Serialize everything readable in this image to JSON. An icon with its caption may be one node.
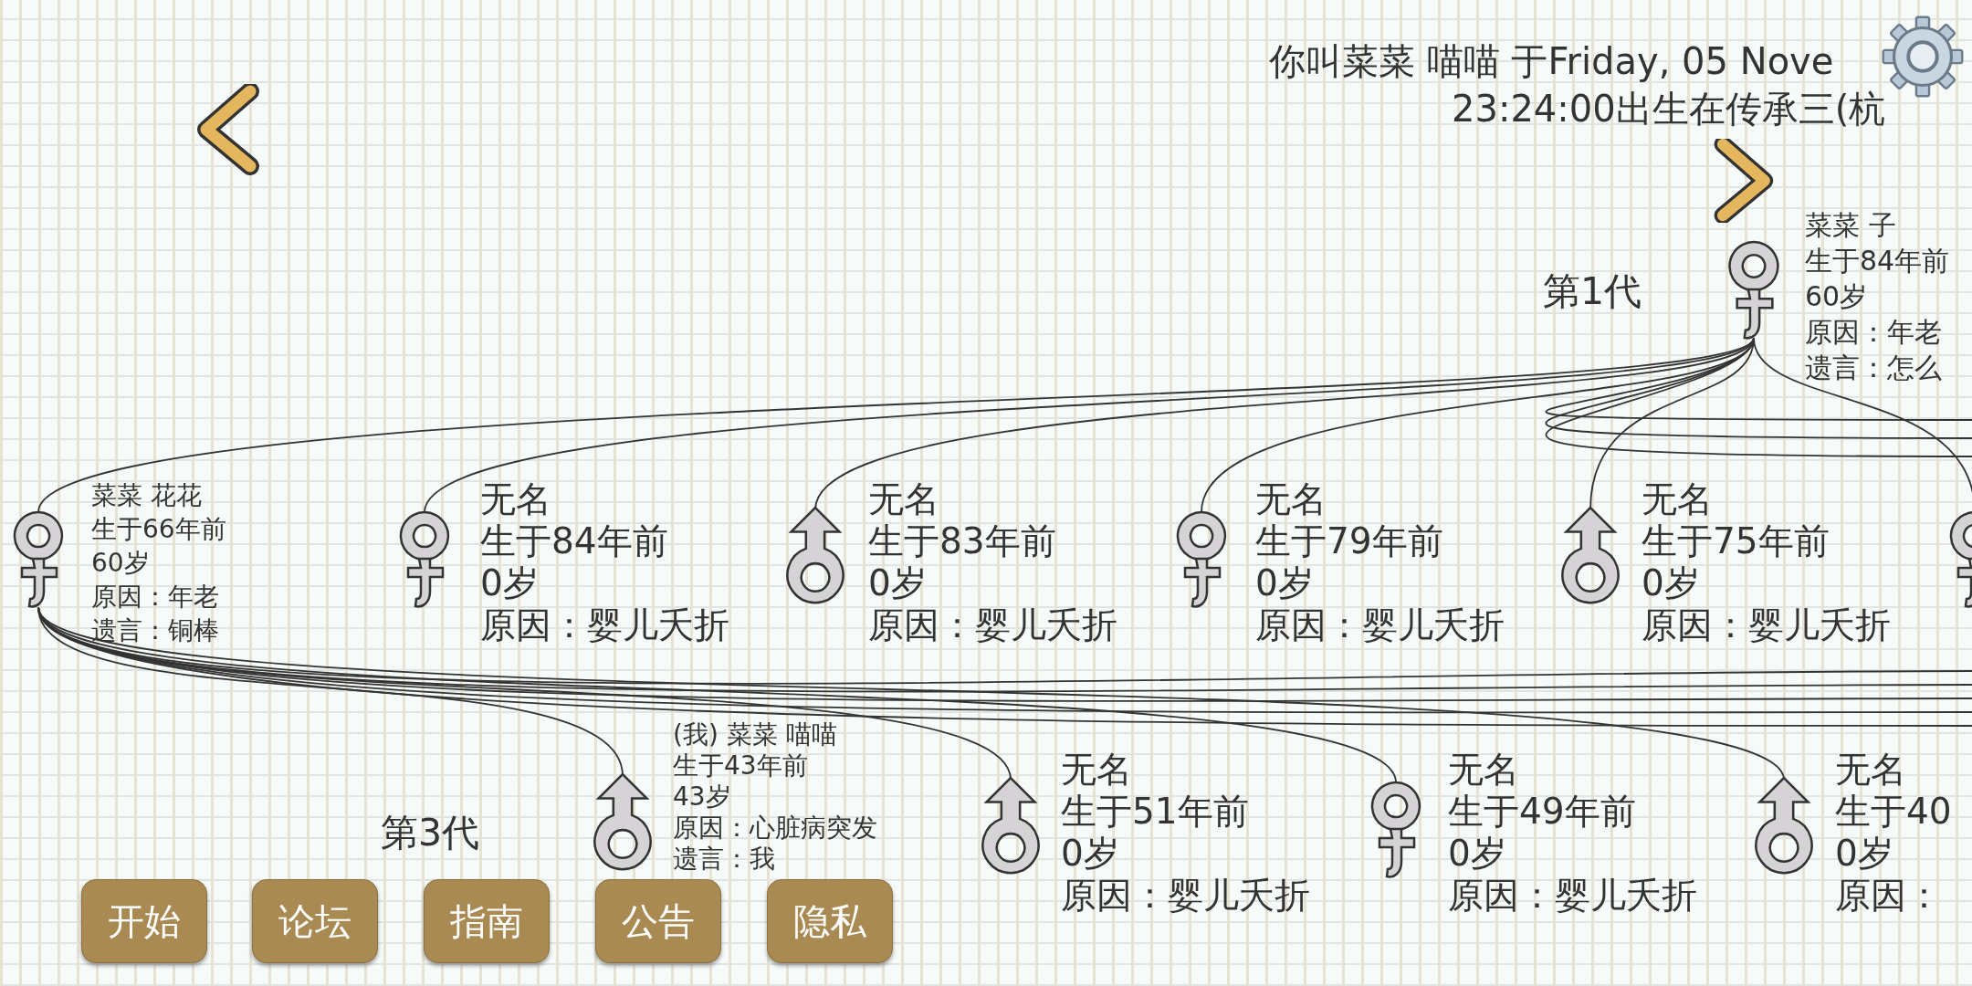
{
  "diagram": {
    "nodes": [
      {
        "text": [
          "菜菜 子",
          "生于84年前",
          "60岁",
          "原因：年老",
          "遗言：怎么"
        ]
      },
      {
        "text": [
          "菜菜 花花",
          "生于66年前",
          "60岁",
          "原因：年老",
          "遗言：铜棒"
        ]
      },
      {
        "text": [
          "无名",
          "生于84年前",
          "0岁",
          "原因：婴儿夭折"
        ]
      },
      {
        "text": [
          "无名",
          "生于83年前",
          "0岁",
          "原因：婴儿夭折"
        ]
      },
      {
        "text": [
          "无名",
          "生于79年前",
          "0岁",
          "原因：婴儿夭折"
        ]
      },
      {
        "text": [
          "无名",
          "生于75年前",
          "0岁",
          "原因：婴儿夭折"
        ]
      },
      {
        "text": [],
        "shape": "picture"
      },
      {
        "text": [
          "(我) 菜菜 喵喵",
          "生于43年前",
          "43岁",
          "原因：心脏病突发",
          "遗言：我"
        ]
      },
      {
        "text": [
          "无名",
          "生于51年前",
          "0岁",
          "原因：婴儿夭折"
        ]
      },
      {
        "text": [
          "无名",
          "生于49年前",
          "0岁",
          "原因：婴儿夭折"
        ]
      },
      {
        "text": [
          "无名",
          "生于40",
          "0岁",
          "原因："
        ]
      }
    ],
    "edges": [
      {
        "from": 0,
        "to": 1,
        "arrow": "none"
      },
      {
        "from": 0,
        "to": 2,
        "arrow": "none"
      },
      {
        "from": 0,
        "to": 3,
        "arrow": "none"
      },
      {
        "from": 0,
        "to": 4,
        "arrow": "none"
      },
      {
        "from": 0,
        "to": 5,
        "arrow": "none"
      },
      {
        "from": 0,
        "to": 6,
        "arrow": "none"
      },
      {
        "from": 0,
        "to": null,
        "arrow": "none"
      },
      {
        "from": 0,
        "to": null,
        "arrow": "none"
      },
      {
        "from": 0,
        "to": null,
        "arrow": "none"
      },
      {
        "from": 1,
        "to": 7,
        "arrow": "none"
      },
      {
        "from": 1,
        "to": 8,
        "arrow": "none"
      },
      {
        "from": 1,
        "to": 9,
        "arrow": "none"
      },
      {
        "from": 1,
        "to": 10,
        "arrow": "none"
      },
      {
        "from": 1,
        "to": null,
        "arrow": "none"
      },
      {
        "from": 1,
        "to": null,
        "arrow": "none"
      },
      {
        "from": 1,
        "to": null,
        "arrow": "none"
      },
      {
        "from": 1,
        "to": null,
        "arrow": "none"
      },
      {
        "from": 1,
        "to": null,
        "arrow": "none"
      }
    ],
    "labels": [
      "你叫菜菜 喵喵 于Friday, 05 Nove",
      "23:24:00出生在传承三(杭",
      "第1代",
      "第3代",
      "开始",
      "论坛",
      "指南",
      "公告",
      "隐私"
    ]
  }
}
